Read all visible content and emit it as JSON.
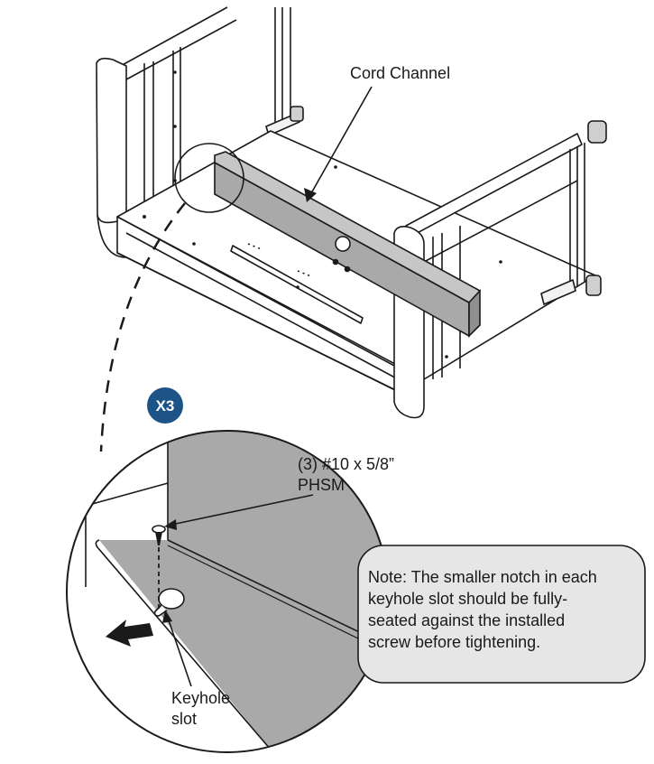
{
  "labels": {
    "cord_channel": "Cord Channel",
    "quantity_badge": "X3",
    "screw_line1": "(3) #10 x 5/8”",
    "screw_line2": "PHSM",
    "keyhole_line1": "Keyhole",
    "keyhole_line2": "slot"
  },
  "note": {
    "lines": [
      "Note: The smaller notch in each",
      "keyhole slot should be fully-",
      "seated against the installed",
      "screw before tightening."
    ]
  },
  "colors": {
    "badge": "#1d5487",
    "channel_gray": "#a9a9a9",
    "note_bg": "#e6e6e6",
    "line": "#1a1a1a"
  }
}
